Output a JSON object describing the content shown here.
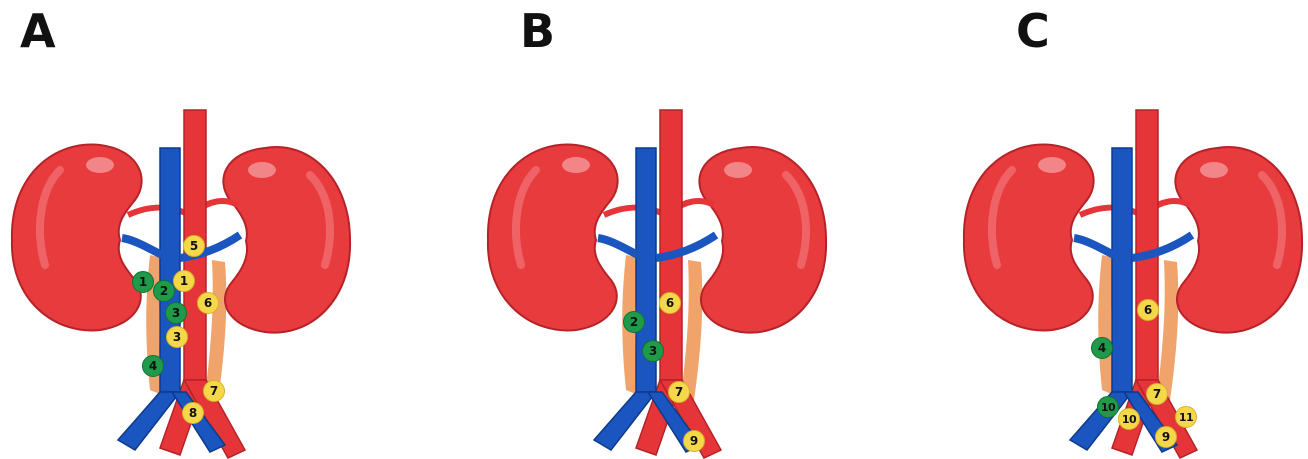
{
  "colors": {
    "kidney": "#e83b3e",
    "kidney_dark": "#c72a2f",
    "aorta": "#e53539",
    "vein": "#1a55c0",
    "ureter": "#f0a36a",
    "marker_yellow": "#f5d84a",
    "marker_green": "#1f9a4a"
  },
  "panels": [
    {
      "label": "A",
      "markers": [
        {
          "text": "5",
          "color": "yellow"
        },
        {
          "text": "1",
          "color": "green"
        },
        {
          "text": "1",
          "color": "yellow"
        },
        {
          "text": "2",
          "color": "green"
        },
        {
          "text": "6",
          "color": "yellow"
        },
        {
          "text": "3",
          "color": "green"
        },
        {
          "text": "3",
          "color": "yellow"
        },
        {
          "text": "4",
          "color": "green"
        },
        {
          "text": "7",
          "color": "yellow"
        },
        {
          "text": "8",
          "color": "yellow"
        }
      ]
    },
    {
      "label": "B",
      "markers": [
        {
          "text": "6",
          "color": "yellow"
        },
        {
          "text": "2",
          "color": "green"
        },
        {
          "text": "3",
          "color": "green"
        },
        {
          "text": "7",
          "color": "yellow"
        },
        {
          "text": "9",
          "color": "yellow"
        }
      ]
    },
    {
      "label": "C",
      "markers": [
        {
          "text": "6",
          "color": "yellow"
        },
        {
          "text": "4",
          "color": "green"
        },
        {
          "text": "7",
          "color": "yellow"
        },
        {
          "text": "10",
          "color": "green"
        },
        {
          "text": "10",
          "color": "yellow"
        },
        {
          "text": "11",
          "color": "yellow"
        },
        {
          "text": "9",
          "color": "yellow"
        }
      ]
    }
  ]
}
